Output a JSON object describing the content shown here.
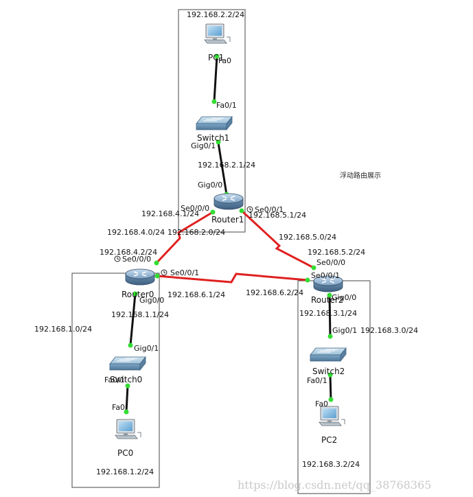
{
  "title_note": "浮动路由展示",
  "watermark": "https://blog.csdn.net/qq_38768365",
  "colors": {
    "serial_link": "#e02020",
    "ethernet_link": "#111111",
    "port_up": "#33dd33",
    "box": "#444444"
  },
  "devices": {
    "pc1": "PC1",
    "switch1": "Switch1",
    "router1": "Router1",
    "router0": "Router0",
    "router2": "Router2",
    "switch0": "Switch0",
    "switch2": "Switch2",
    "pc0": "PC0",
    "pc2": "PC2"
  },
  "ports": {
    "pc1_fa0": "Fa0",
    "sw1_fa01": "Fa0/1",
    "sw1_gig01": "Gig0/1",
    "r1_gig00": "Gig0/0",
    "r1_se000": "Se0/0/0",
    "r1_se001": "Se0/0/1",
    "r0_se000": "Se0/0/0",
    "r0_se001": "Se0/0/1",
    "r0_gig00": "Gig0/0",
    "sw0_gig01": "Gig0/1",
    "sw0_fa01": "Fa0/1",
    "pc0_fa0": "Fa0",
    "r2_se000": "Se0/0/0",
    "r2_se001": "Se0/0/1",
    "r2_gig00": "Gig0/0",
    "sw2_gig01": "Gig0/1",
    "sw2_fa01": "Fa0/1",
    "pc2_fa0": "Fa0"
  },
  "addresses": {
    "pc1_ip": "192.168.2.2/24",
    "r1_gig_ip": "192.168.2.1/24",
    "r1_se000_ip": "192.168.4.1/24",
    "r1_se001_ip": "192.168.5.1/24",
    "net_4": "192.168.4.0/24",
    "net_2": "192.168.2.0/24",
    "net_5": "192.168.5.0/24",
    "r0_se000_ip": "192.168.4.2/24",
    "r2_se000_ip": "192.168.5.2/24",
    "r0_se001_ip": "192.168.6.1/24",
    "r2_se001_ip": "192.168.6.2/24",
    "r0_gig_ip": "192.168.1.1/24",
    "net_1": "192.168.1.0/24",
    "r2_gig_ip": "192.168.3.1/24",
    "net_3": "192.168.3.0/24",
    "pc0_ip": "192.168.1.2/24",
    "pc2_ip": "192.168.3.2/24"
  }
}
